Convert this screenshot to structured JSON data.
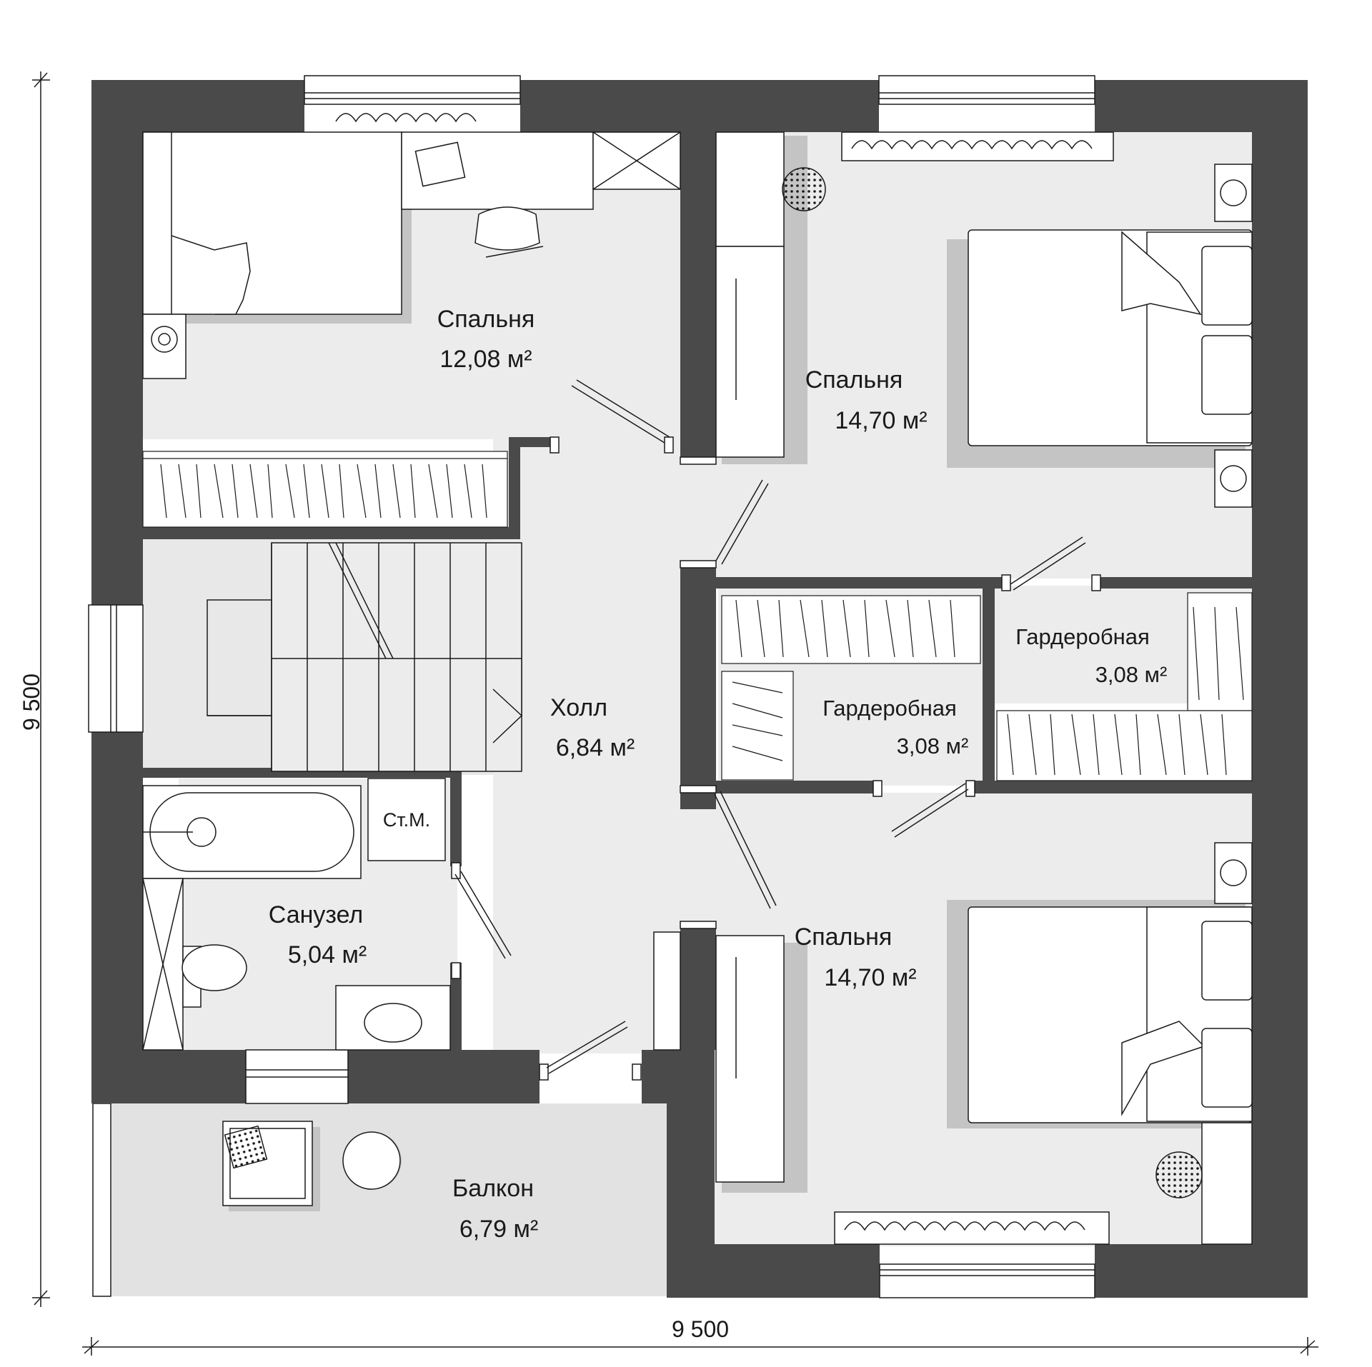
{
  "colors": {
    "wall": "#4a4a4a",
    "floor": "#ececec",
    "floor_alt": "#e2e2e2",
    "furniture": "#ffffff",
    "shadow": "#c4c4c4",
    "line": "#1a1a1a"
  },
  "dimensions": {
    "width_label": "9 500",
    "height_label": "9 500"
  },
  "rooms": [
    {
      "id": "bedroom-1",
      "name": "Спальня",
      "area": "12,08",
      "unit": "м²"
    },
    {
      "id": "bedroom-2",
      "name": "Спальня",
      "area": "14,70",
      "unit": "м²"
    },
    {
      "id": "bedroom-3",
      "name": "Спальня",
      "area": "14,70",
      "unit": "м²"
    },
    {
      "id": "hall",
      "name": "Холл",
      "area": "6,84",
      "unit": "м²"
    },
    {
      "id": "wardrobe-1",
      "name": "Гардеробная",
      "area": "3,08",
      "unit": "м²"
    },
    {
      "id": "wardrobe-2",
      "name": "Гардеробная",
      "area": "3,08",
      "unit": "м²"
    },
    {
      "id": "bathroom",
      "name": "Санузел",
      "area": "5,04",
      "unit": "м²"
    },
    {
      "id": "balcony",
      "name": "Балкон",
      "area": "6,79",
      "unit": "м²"
    }
  ],
  "fixtures": {
    "washing_machine": "Ст.М."
  }
}
